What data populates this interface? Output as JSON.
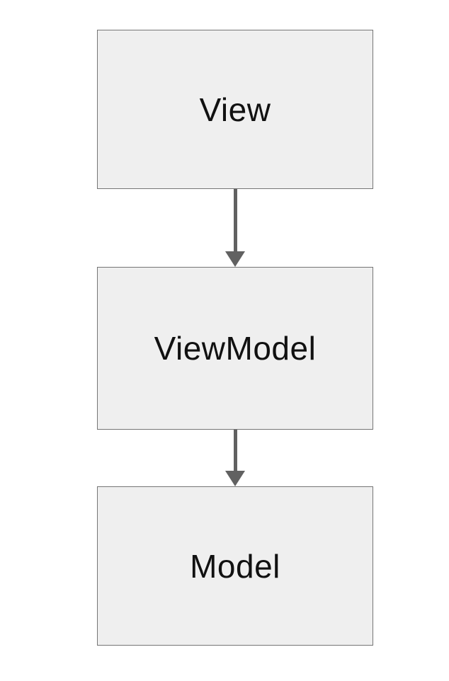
{
  "diagram": {
    "type": "flowchart-vertical",
    "nodes": [
      {
        "id": "view",
        "label": "View"
      },
      {
        "id": "viewmodel",
        "label": "ViewModel"
      },
      {
        "id": "model",
        "label": "Model"
      }
    ],
    "edges": [
      {
        "from": "view",
        "to": "viewmodel",
        "direction": "down",
        "style": "arrow"
      },
      {
        "from": "viewmodel",
        "to": "model",
        "direction": "down",
        "style": "arrow"
      }
    ],
    "colors": {
      "node_fill": "#efefef",
      "node_border": "#757575",
      "arrow": "#616161",
      "text": "#111111",
      "background": "#ffffff"
    }
  }
}
